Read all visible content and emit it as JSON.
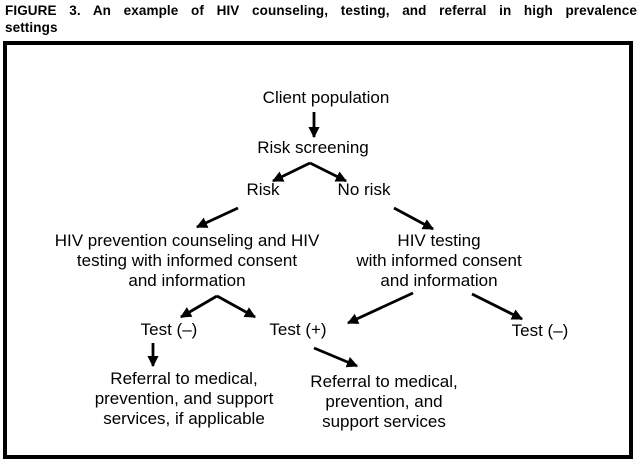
{
  "title": {
    "line1": "FIGURE 3. An example of HIV counseling, testing, and referral in high prevalence",
    "line2": "settings"
  },
  "colors": {
    "ink": "#000000",
    "paper": "#ffffff"
  },
  "flowchart": {
    "nodes": {
      "client_population": {
        "label": "Client population"
      },
      "risk_screening": {
        "label": "Risk screening"
      },
      "risk": {
        "label": "Risk"
      },
      "no_risk": {
        "label": "No risk"
      },
      "counseling_testing": {
        "lines": [
          "HIV prevention counseling and HIV",
          "testing with informed consent",
          "and information"
        ]
      },
      "hiv_testing": {
        "lines": [
          "HIV testing",
          "with informed consent",
          "and information"
        ]
      },
      "test_negative_left": {
        "label": "Test (–)"
      },
      "test_positive": {
        "label": "Test (+)"
      },
      "test_negative_right": {
        "label": "Test (–)"
      },
      "referral_full": {
        "lines": [
          "Referral to medical,",
          "prevention, and support",
          "services, if applicable"
        ]
      },
      "referral_positive": {
        "lines": [
          "Referral to medical,",
          "prevention, and",
          "support services"
        ]
      }
    },
    "edges": [
      {
        "from": "client_population",
        "to": "risk_screening"
      },
      {
        "from": "risk_screening",
        "to": "risk"
      },
      {
        "from": "risk_screening",
        "to": "no_risk"
      },
      {
        "from": "risk",
        "to": "counseling_testing"
      },
      {
        "from": "no_risk",
        "to": "hiv_testing"
      },
      {
        "from": "counseling_testing",
        "to": "test_negative_left"
      },
      {
        "from": "counseling_testing",
        "to": "test_positive"
      },
      {
        "from": "hiv_testing",
        "to": "test_positive"
      },
      {
        "from": "hiv_testing",
        "to": "test_negative_right"
      },
      {
        "from": "test_negative_left",
        "to": "referral_full"
      },
      {
        "from": "test_positive",
        "to": "referral_positive"
      }
    ]
  }
}
